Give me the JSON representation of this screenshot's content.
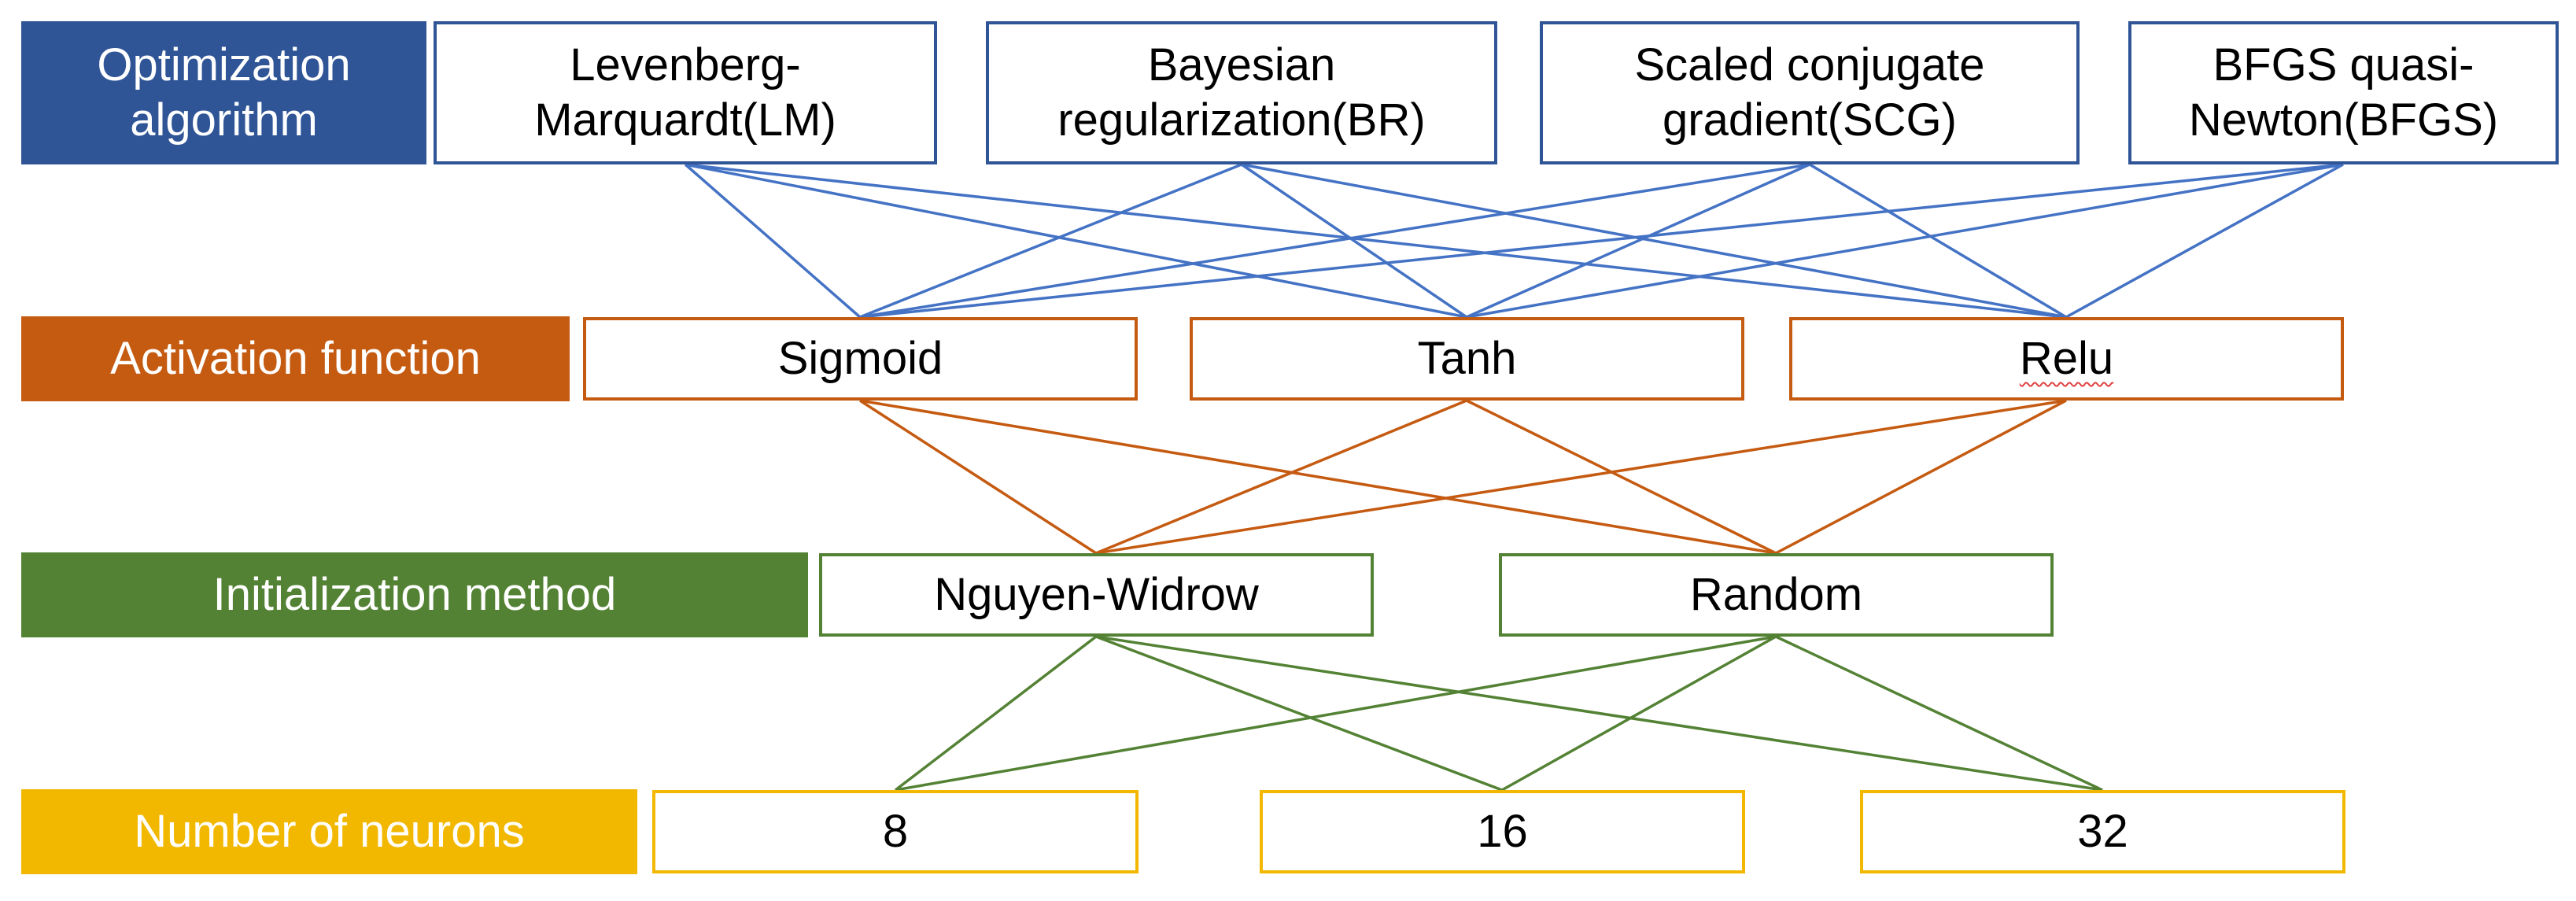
{
  "categories": {
    "optimization": "Optimization\nalgorithm",
    "activation": "Activation function",
    "initialization": "Initialization method",
    "neurons": "Number of neurons"
  },
  "optimization": [
    "Levenberg-\nMarquardt(LM)",
    "Bayesian\nregularization(BR)",
    "Scaled conjugate\ngradient(SCG)",
    "BFGS quasi-\nNewton(BFGS)"
  ],
  "activation": [
    "Sigmoid",
    "Tanh",
    "Relu"
  ],
  "initialization": [
    "Nguyen-Widrow",
    "Random"
  ],
  "neurons": [
    "8",
    "16",
    "32"
  ],
  "colors": {
    "optimization": "#2f5597",
    "activation": "#c55a11",
    "initialization": "#548235",
    "neurons": "#f2b800",
    "opt_lines": "#4472c4",
    "act_lines": "#c55a11",
    "ini_lines": "#548235"
  }
}
